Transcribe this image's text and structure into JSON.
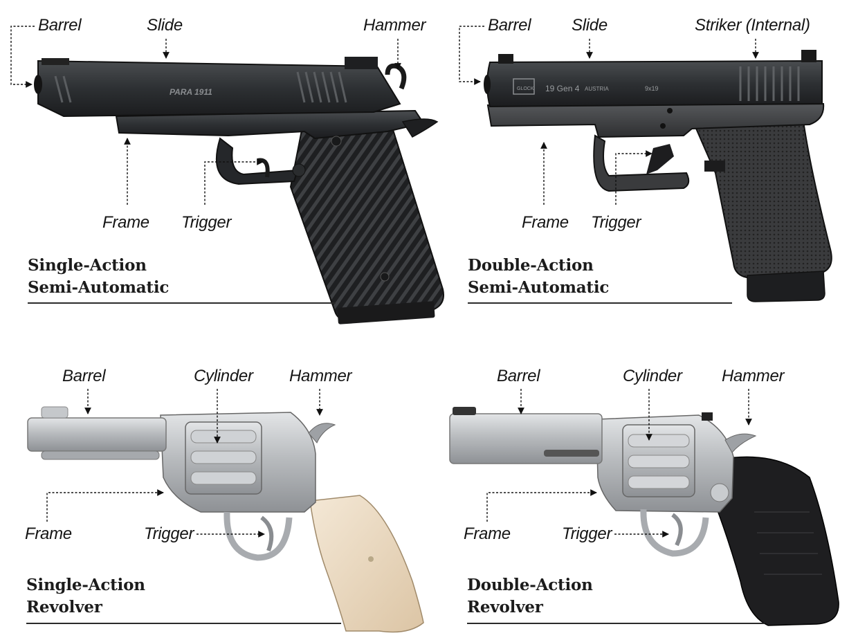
{
  "panels": {
    "sa_semi": {
      "title_line1": "Single-Action",
      "title_line2": "Semi-Automatic",
      "barrel": "Barrel",
      "slide": "Slide",
      "hammer": "Hammer",
      "frame": "Frame",
      "trigger": "Trigger",
      "engraving": "PARA 1911"
    },
    "da_semi": {
      "title_line1": "Double-Action",
      "title_line2": "Semi-Automatic",
      "barrel": "Barrel",
      "slide": "Slide",
      "striker": "Striker (Internal)",
      "frame": "Frame",
      "trigger": "Trigger",
      "engraving_logo": "GLOCK",
      "engraving_model": "19 Gen 4",
      "engraving_origin": "AUSTRIA",
      "engraving_cal": "9x19"
    },
    "sa_revolver": {
      "title_line1": "Single-Action",
      "title_line2": "Revolver",
      "barrel": "Barrel",
      "cylinder": "Cylinder",
      "hammer": "Hammer",
      "frame": "Frame",
      "trigger": "Trigger"
    },
    "da_revolver": {
      "title_line1": "Double-Action",
      "title_line2": "Revolver",
      "barrel": "Barrel",
      "cylinder": "Cylinder",
      "hammer": "Hammer",
      "frame": "Frame",
      "trigger": "Trigger"
    }
  },
  "colors": {
    "blued_steel": "#2d3033",
    "polymer": "#3a3b3d",
    "stainless": "#b9bcbf",
    "ivory_grip": "#ecdcc4",
    "rubber_grip": "#1e1e20",
    "text": "#151515"
  }
}
